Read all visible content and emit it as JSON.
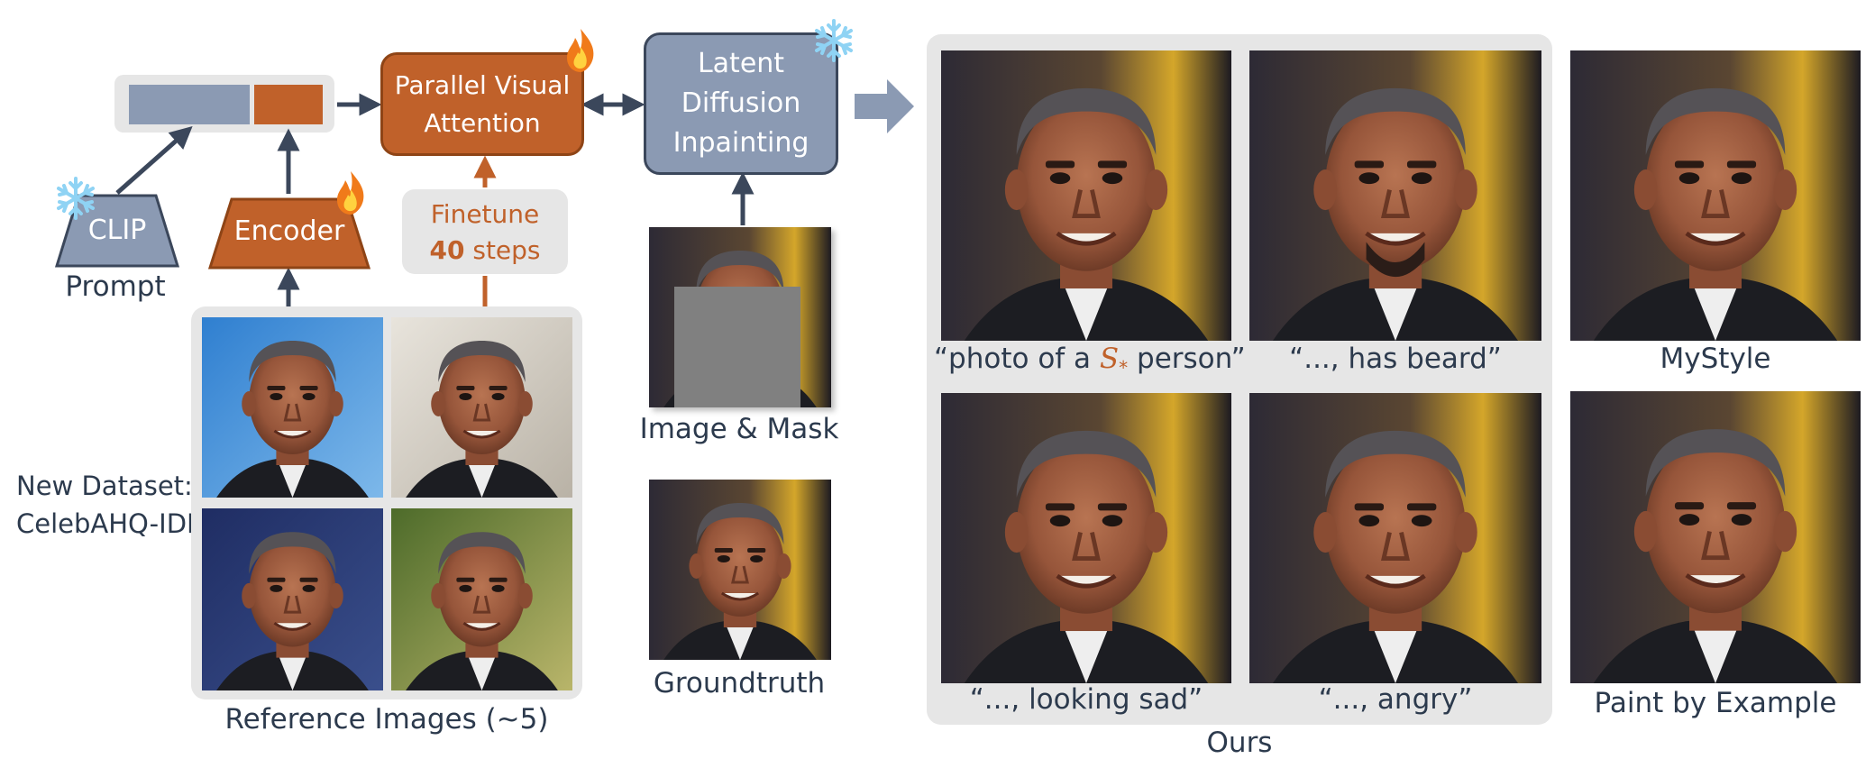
{
  "pipeline": {
    "clip_label": "CLIP",
    "encoder_label": "Encoder",
    "prompt_label": "Prompt",
    "attention_line1": "Parallel Visual",
    "attention_line2": "Attention",
    "finetune_line1": "Finetune",
    "finetune_steps": "40",
    "finetune_suffix": " steps",
    "diffusion_line1": "Latent",
    "diffusion_line2": "Diffusion",
    "diffusion_line3": "Inpainting",
    "dataset_line1": "New Dataset:",
    "dataset_line2": "CelebAHQ-IDI",
    "reference_label": "Reference Images (~5)",
    "image_mask_label": "Image & Mask",
    "groundtruth_label": "Groundtruth"
  },
  "results": {
    "ours_label": "Ours",
    "mystyle_label": "MyStyle",
    "paint_label": "Paint by Example",
    "prompt1_prefix": "“photo of a ",
    "prompt1_token": "S",
    "prompt1_sub": "*",
    "prompt1_suffix": " person”",
    "prompt2": "“..., has beard”",
    "prompt3": "“..., looking sad”",
    "prompt4": "“..., angry”"
  },
  "colors": {
    "orange": "#c0612a",
    "slate": "#8b9ab3",
    "dark": "#3b475b",
    "panel": "#e6e6e6",
    "snow": "#8fd3f4"
  },
  "icons": [
    "snowflake-icon",
    "fire-icon",
    "arrow-icon"
  ]
}
